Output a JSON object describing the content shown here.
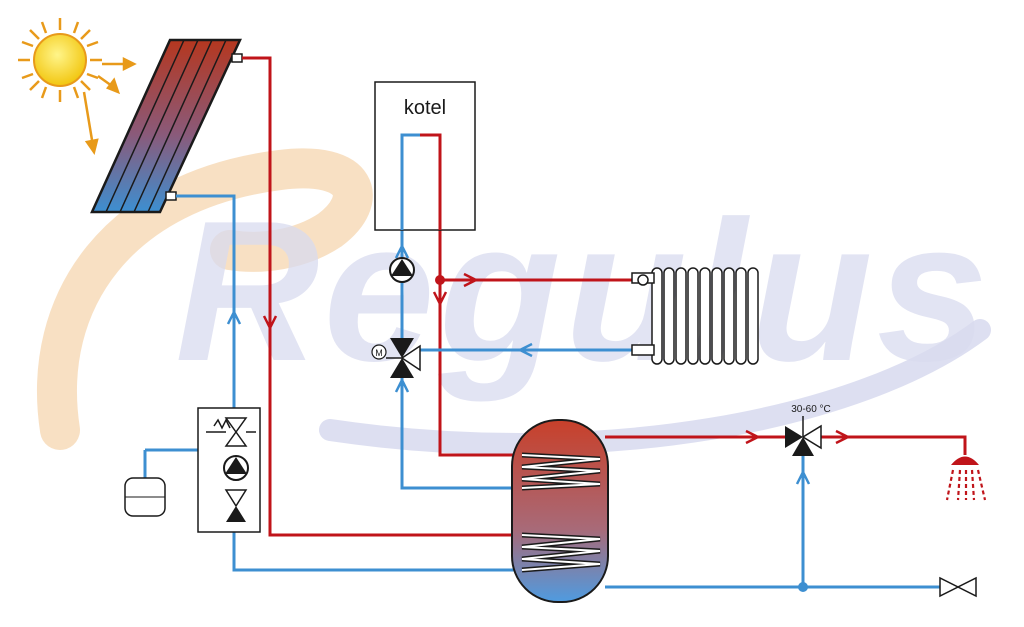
{
  "watermark": {
    "text": "Regulus"
  },
  "labels": {
    "boiler": "kotel",
    "mixing_valve_temp": "30-60 °C",
    "motor_mark": "M"
  },
  "colors": {
    "hot": "#c0141a",
    "cold": "#3d8fd1",
    "sun": "#f5d51c",
    "sun_rays": "#e89a1a",
    "watermark_orange": "#f6d8b4",
    "watermark_blue": "#d9dbef"
  }
}
